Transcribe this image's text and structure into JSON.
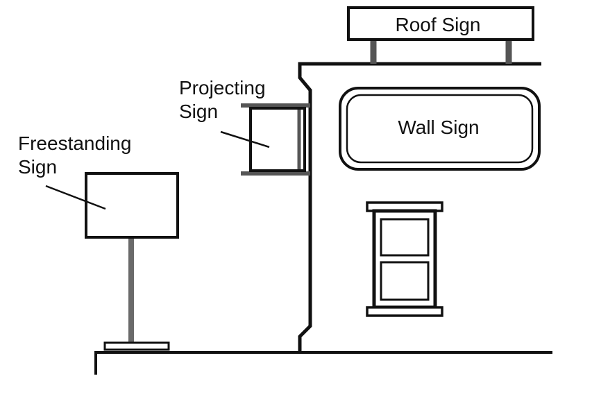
{
  "labels": {
    "roof_sign": "Roof Sign",
    "wall_sign": "Wall Sign",
    "projecting_line1": "Projecting",
    "projecting_line2": "Sign",
    "freestanding_line1": "Freestanding",
    "freestanding_line2": "Sign"
  },
  "colors": {
    "ink": "#111111",
    "post_gray": "#6a6a6a",
    "background": "#ffffff"
  }
}
